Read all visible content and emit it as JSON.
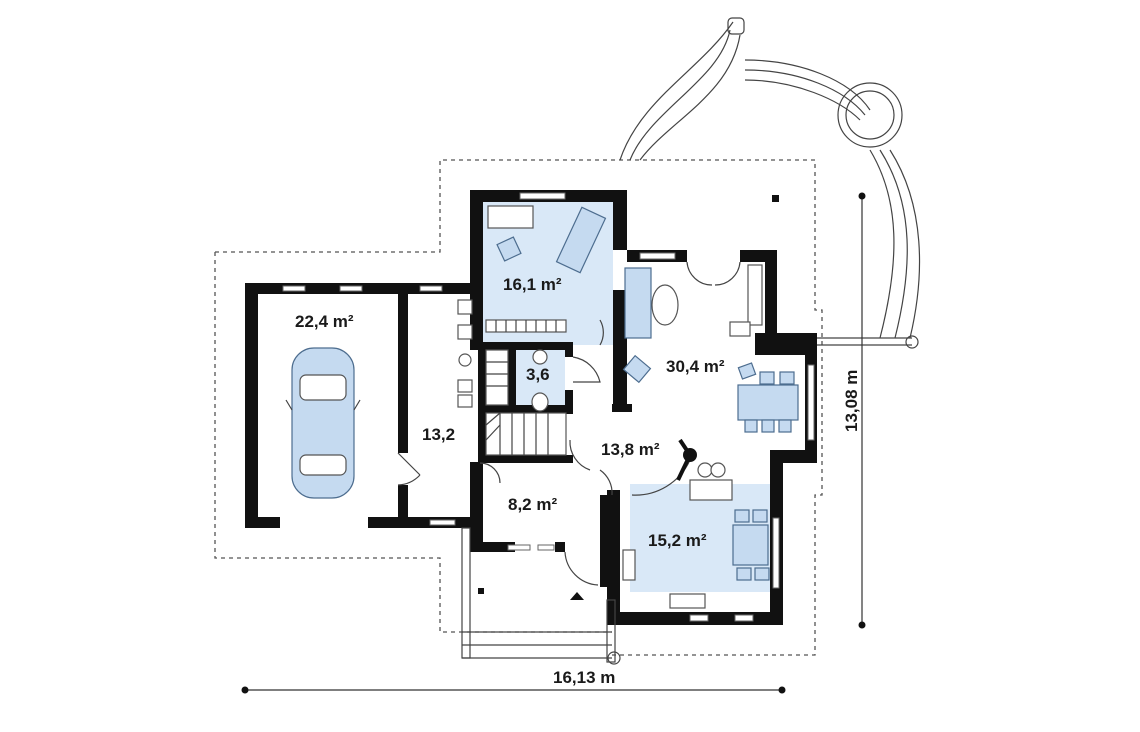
{
  "rooms": {
    "garage": "22,4 m²",
    "utility": "13,2",
    "bedroom": "16,1 m²",
    "bathroom": "3,6",
    "living": "30,4 m²",
    "hall": "13,8 m²",
    "vestibule": "8,2 m²",
    "kitchen": "15,2 m²"
  },
  "dimensions": {
    "width": "16,13 m",
    "depth": "13,08 m"
  },
  "colors": {
    "wall": "#111111",
    "room_highlight": "#d9e8f7",
    "furniture": "#c5daf0"
  }
}
